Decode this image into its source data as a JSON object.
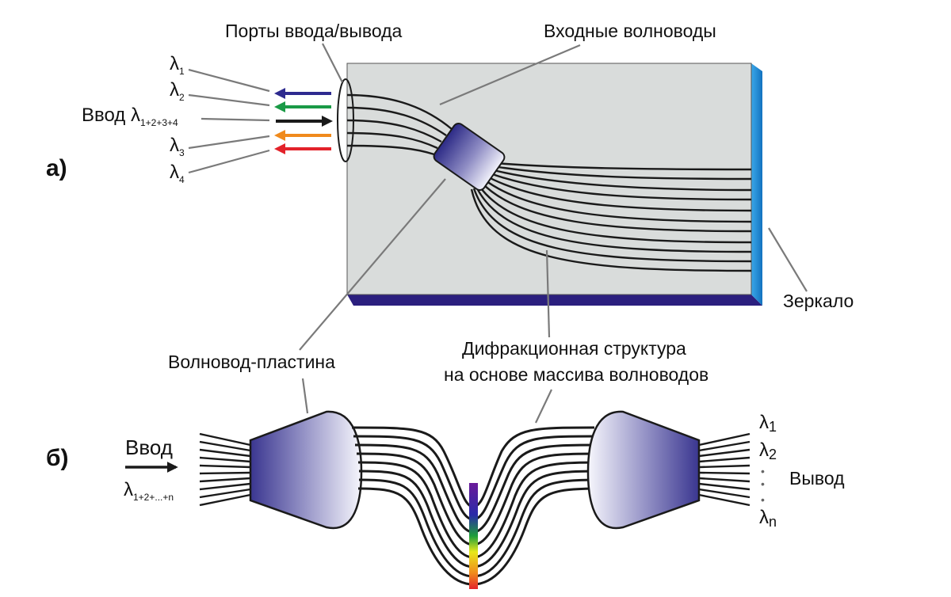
{
  "part_a": {
    "section_label": "а)",
    "ports_label": "Порты ввода/вывода",
    "input_waveguides_label": "Входные волноводы",
    "mirror_label": "Зеркало",
    "slab_label": "Волновод-пластина",
    "grating_label_line1": "Дифракционная структура",
    "grating_label_line2": "на основе массива волноводов",
    "input_label": "Ввод",
    "lambda_symbol": "λ",
    "input_subscript": "1+2+3+4",
    "channels": [
      {
        "sub": "1",
        "color": "#2e2a8f",
        "direction": "out"
      },
      {
        "sub": "2",
        "color": "#1a9a46",
        "direction": "out"
      },
      {
        "sub": "1+2+3+4",
        "color": "#1a1a1a",
        "direction": "in"
      },
      {
        "sub": "3",
        "color": "#f08a1c",
        "direction": "out"
      },
      {
        "sub": "4",
        "color": "#e3222a",
        "direction": "out"
      }
    ]
  },
  "part_b": {
    "section_label": "б)",
    "input_label": "Ввод",
    "input_lambda": "λ",
    "input_subscript": "1+2+...+n",
    "output_label": "Вывод",
    "out_l1": "λ",
    "out_l1_sub": "1",
    "out_l2": "λ",
    "out_l2_sub": "2",
    "out_ln": "λ",
    "out_ln_sub": "n",
    "dots": "•"
  }
}
